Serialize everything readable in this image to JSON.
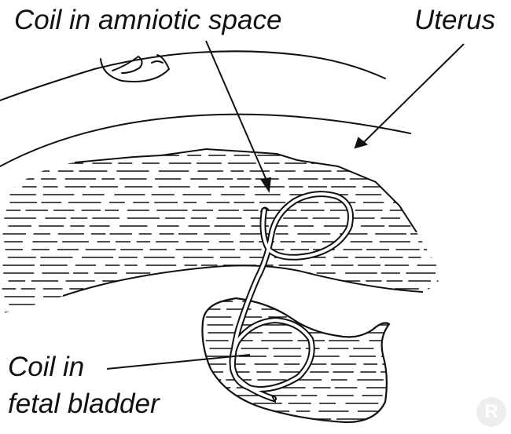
{
  "labels": {
    "amniotic_coil": "Coil in amniotic space",
    "uterus": "Uterus",
    "bladder_coil_line1": "Coil in",
    "bladder_coil_line2": "fetal bladder"
  },
  "watermark": {
    "glyph": "R",
    "color": "#eeeeee"
  },
  "colors": {
    "ink": "#111111",
    "background": "#ffffff"
  }
}
